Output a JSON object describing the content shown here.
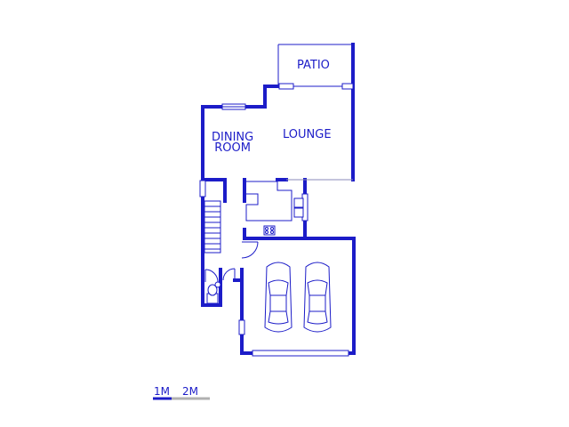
{
  "rooms": {
    "patio": "PATIO",
    "lounge": "LOUNGE",
    "dining_line1": "DINING",
    "dining_line2": "ROOM"
  },
  "scale_bar": {
    "label_1": "1M",
    "label_2": "2M"
  },
  "colors": {
    "walls": "#1c1cc8",
    "scale_secondary": "#b0b0b0"
  }
}
